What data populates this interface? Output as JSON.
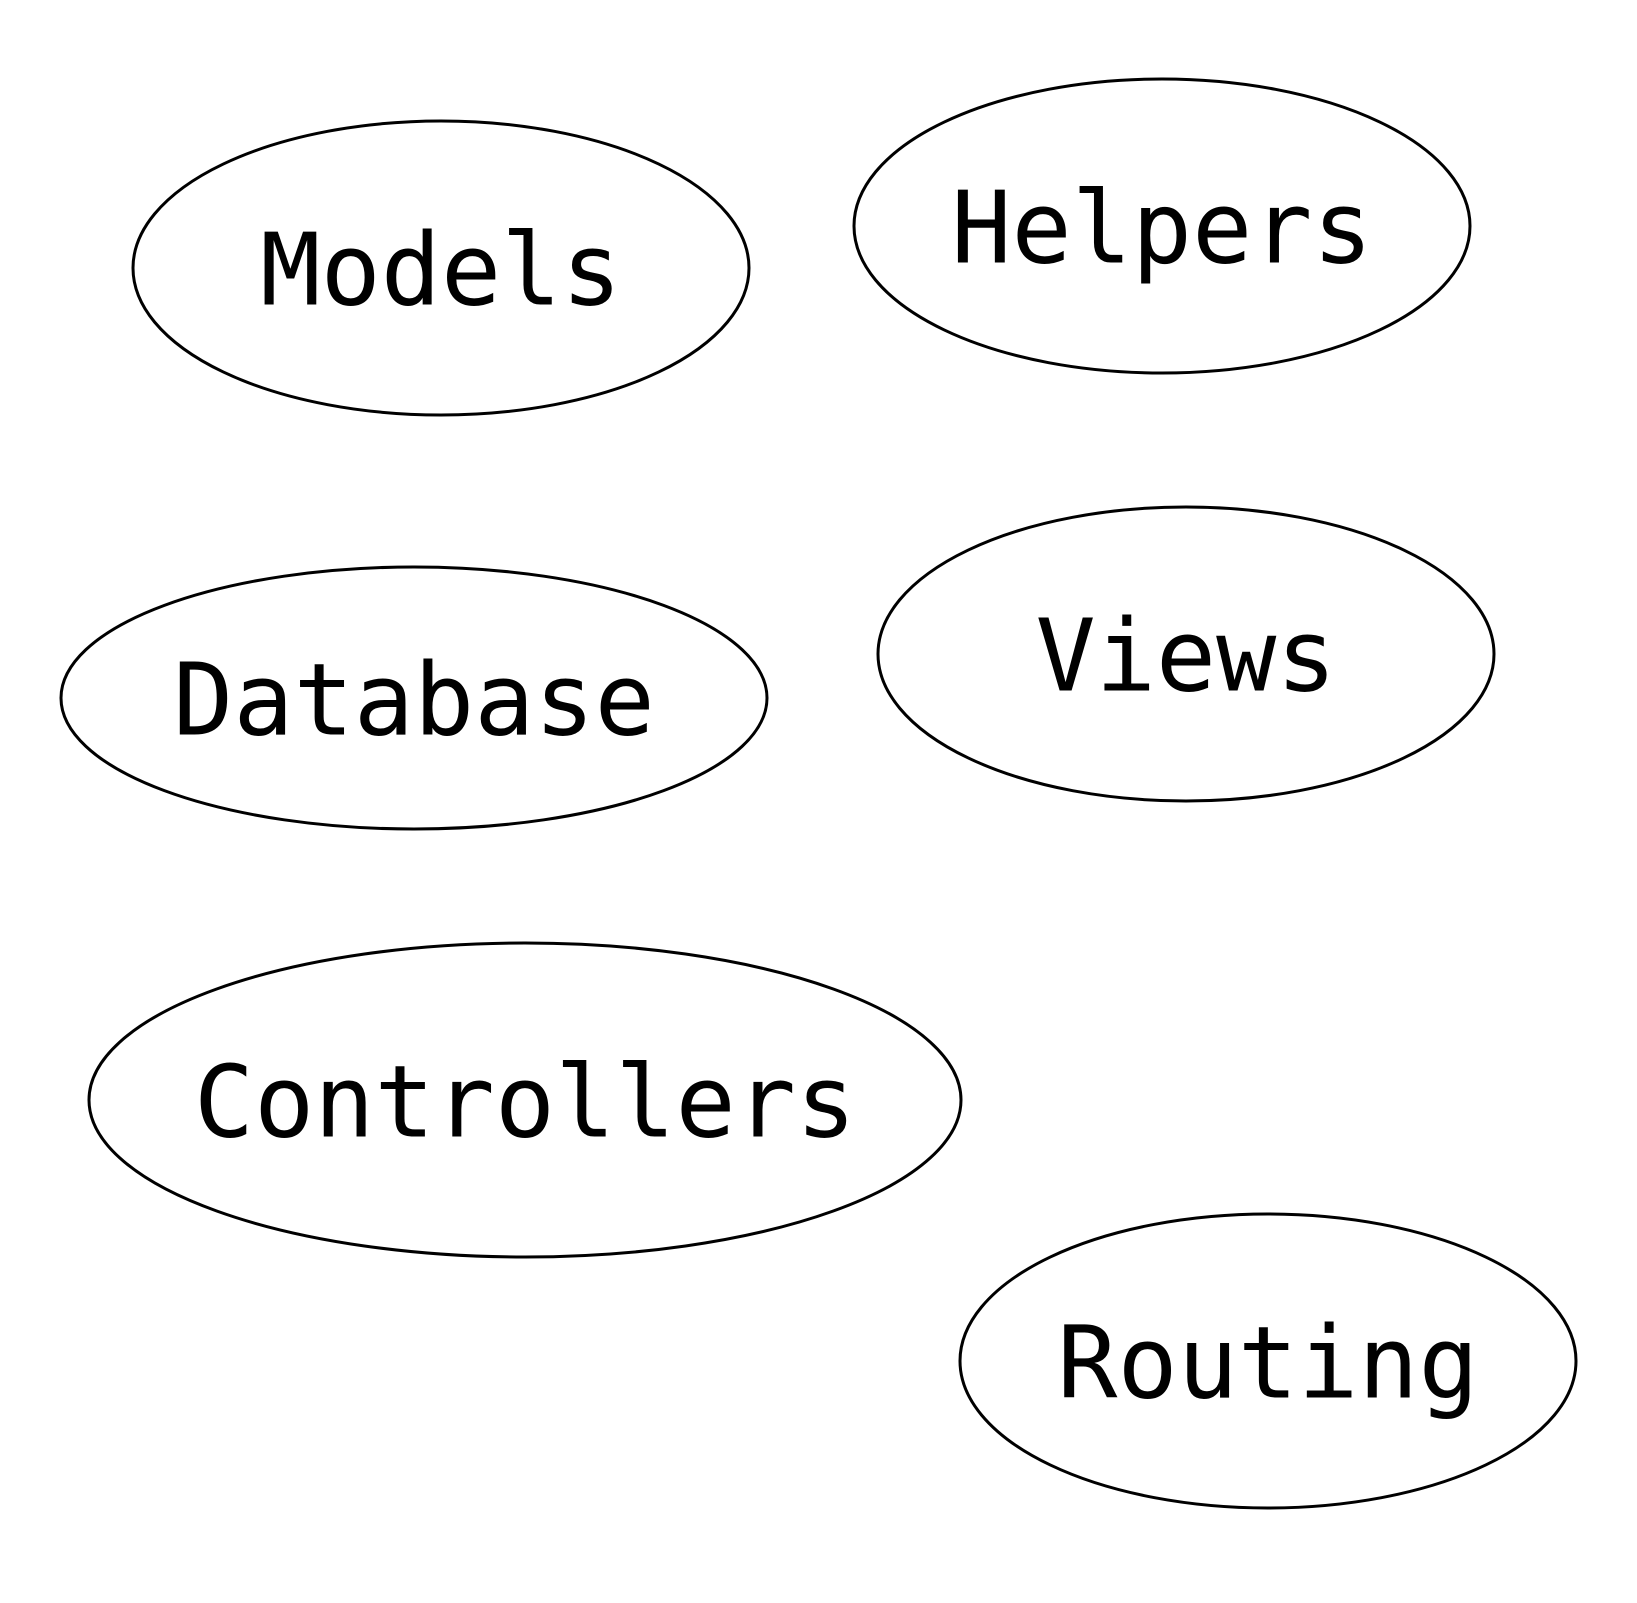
{
  "nodes": [
    {
      "id": "models",
      "label": "Models"
    },
    {
      "id": "helpers",
      "label": "Helpers"
    },
    {
      "id": "database",
      "label": "Database"
    },
    {
      "id": "views",
      "label": "Views"
    },
    {
      "id": "controllers",
      "label": "Controllers"
    },
    {
      "id": "routing",
      "label": "Routing"
    }
  ]
}
